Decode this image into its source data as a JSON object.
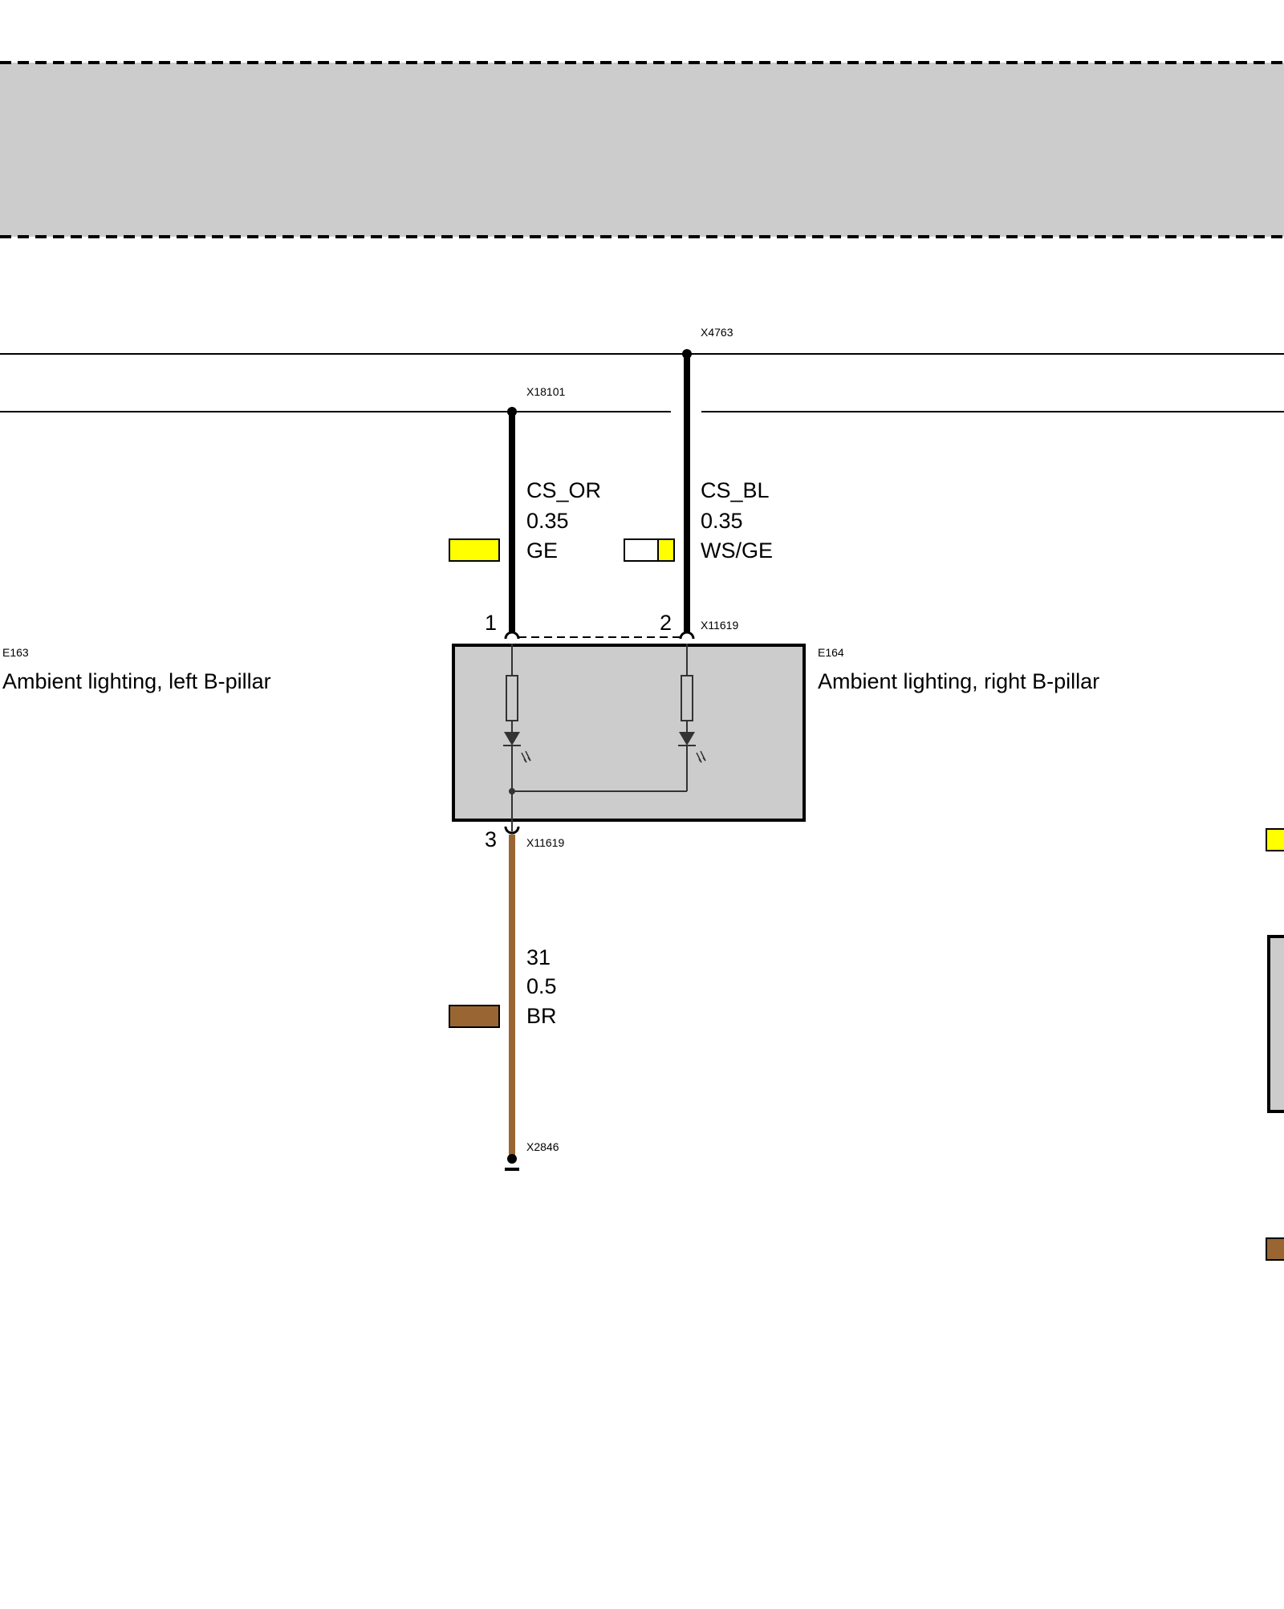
{
  "diagram": {
    "top_band": {
      "fill": "#cccccc"
    },
    "junctions": {
      "x4763": "X4763",
      "x18101": "X18101",
      "x2846": "X2846"
    },
    "wires": {
      "left": {
        "signal": "CS_OR",
        "gauge": "0.35",
        "color_code": "GE"
      },
      "right": {
        "signal": "CS_BL",
        "gauge": "0.35",
        "color_code": "WS/GE"
      },
      "ground": {
        "signal": "31",
        "gauge": "0.5",
        "color_code": "BR"
      }
    },
    "connector": {
      "top_id": "X11619",
      "bottom_id": "X11619",
      "pin1": "1",
      "pin2": "2",
      "pin3": "3"
    },
    "components": {
      "left": {
        "id": "E163",
        "label": "Ambient lighting, left B-pillar"
      },
      "right": {
        "id": "E164",
        "label": "Ambient lighting, right B-pillar"
      }
    },
    "colors": {
      "yellow": "#ffff00",
      "white": "#ffffff",
      "brown": "#996633",
      "box_fill": "#cccccc",
      "line": "#000000"
    }
  }
}
